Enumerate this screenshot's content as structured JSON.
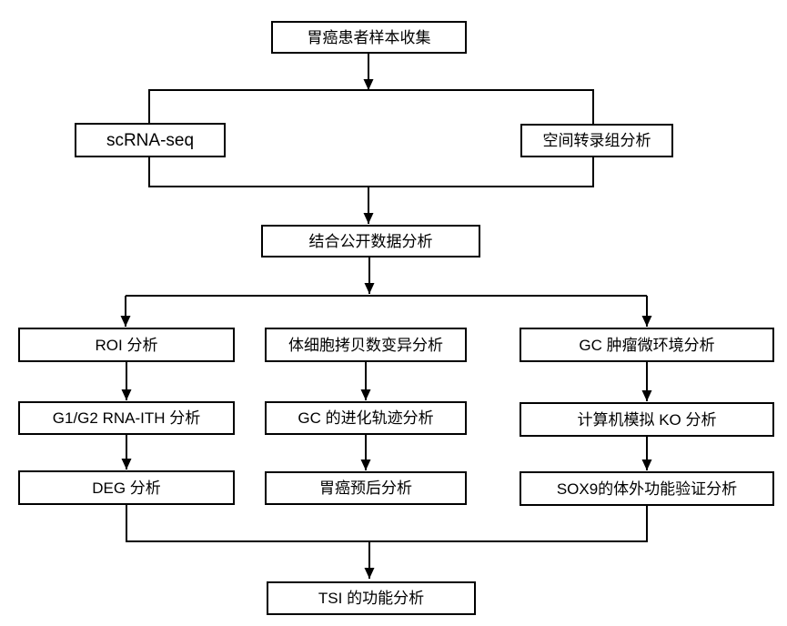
{
  "diagram": {
    "type": "flowchart",
    "background": "#ffffff",
    "line_color": "#000000",
    "box_border_color": "#000000",
    "box_fill_color": "#ffffff",
    "text_color": "#000000",
    "nodes": {
      "sample_collection": {
        "label": "胃癌患者样本收集"
      },
      "scrna_seq": {
        "label": "scRNA-seq"
      },
      "spatial": {
        "label": "空间转录组分析"
      },
      "public_data": {
        "label": "结合公开数据分析"
      },
      "roi": {
        "label": "ROI 分析"
      },
      "rna_ith": {
        "label": "G1/G2 RNA-ITH 分析"
      },
      "deg": {
        "label": "DEG 分析"
      },
      "scnv": {
        "label": "体细胞拷贝数变异分析"
      },
      "evolution": {
        "label": "GC 的进化轨迹分析"
      },
      "prognosis": {
        "label": "胃癌预后分析"
      },
      "tme": {
        "label": "GC 肿瘤微环境分析"
      },
      "ko": {
        "label": "计算机模拟 KO 分析"
      },
      "sox9": {
        "label": "SOX9的体外功能验证分析"
      },
      "tsi": {
        "label": "TSI 的功能分析"
      }
    },
    "edges": [
      {
        "from": "sample_collection",
        "to": "omics_container"
      },
      {
        "from": "omics_container",
        "to": "public_data"
      },
      {
        "from": "public_data",
        "to": "roi"
      },
      {
        "from": "public_data",
        "to": "scnv"
      },
      {
        "from": "public_data",
        "to": "tme"
      },
      {
        "from": "roi",
        "to": "rna_ith"
      },
      {
        "from": "rna_ith",
        "to": "deg"
      },
      {
        "from": "scnv",
        "to": "evolution"
      },
      {
        "from": "evolution",
        "to": "prognosis"
      },
      {
        "from": "tme",
        "to": "ko"
      },
      {
        "from": "ko",
        "to": "sox9"
      },
      {
        "from": "deg",
        "to": "tsi"
      },
      {
        "from": "sox9",
        "to": "tsi"
      }
    ]
  }
}
